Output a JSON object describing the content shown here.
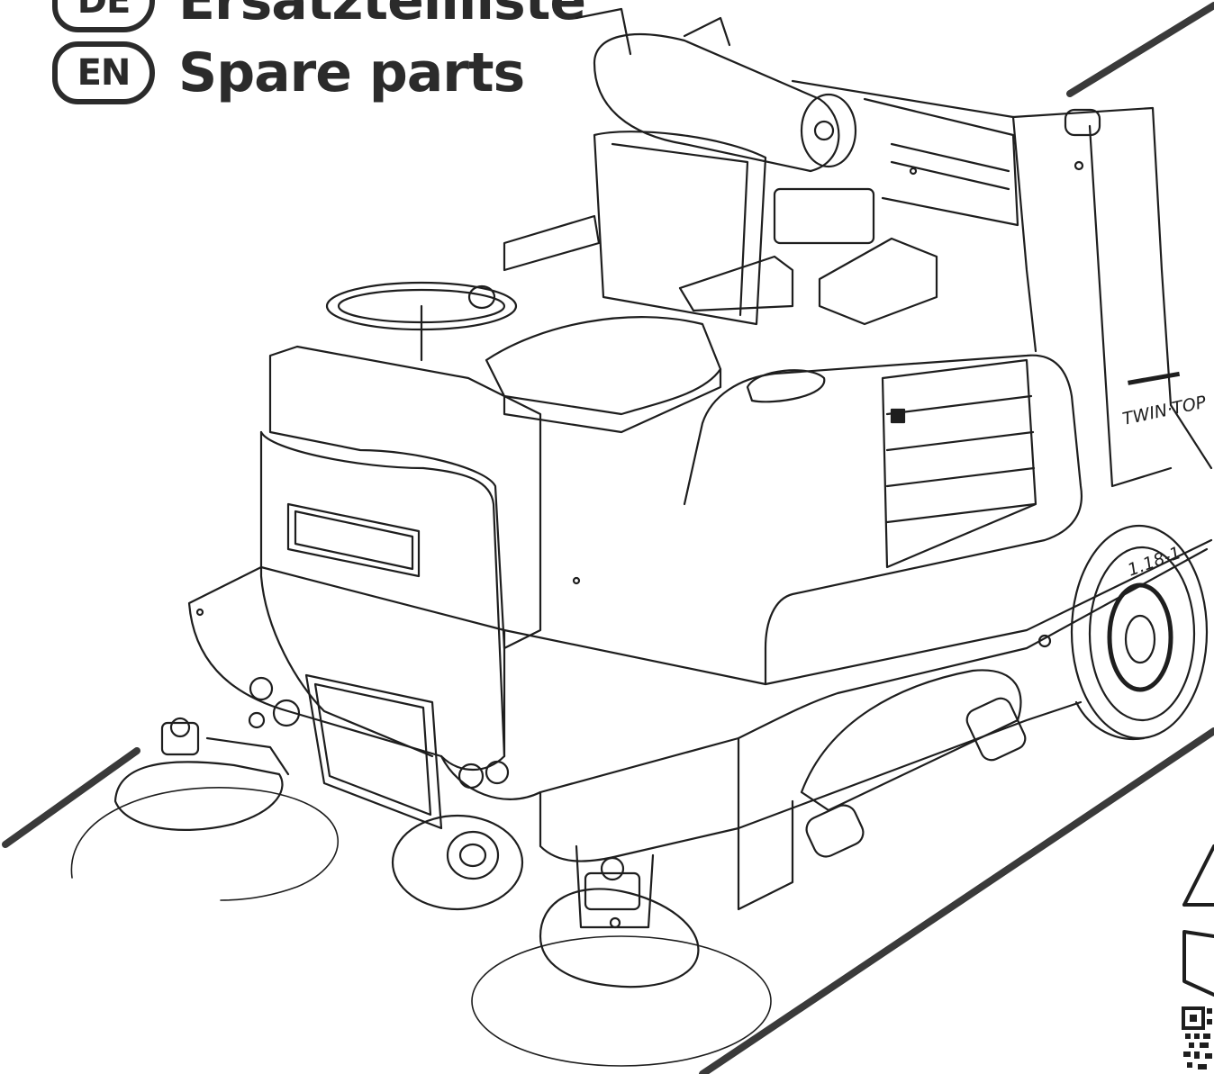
{
  "header": {
    "de": {
      "code": "DE",
      "title": "Ersatzteilliste"
    },
    "en": {
      "code": "EN",
      "title": "Spare parts"
    }
  },
  "machine": {
    "brand_label": "TWIN·TOP",
    "wheel_marking": "1.18-1"
  },
  "colors": {
    "ink": "#1e1e1e",
    "paper": "#ffffff"
  }
}
